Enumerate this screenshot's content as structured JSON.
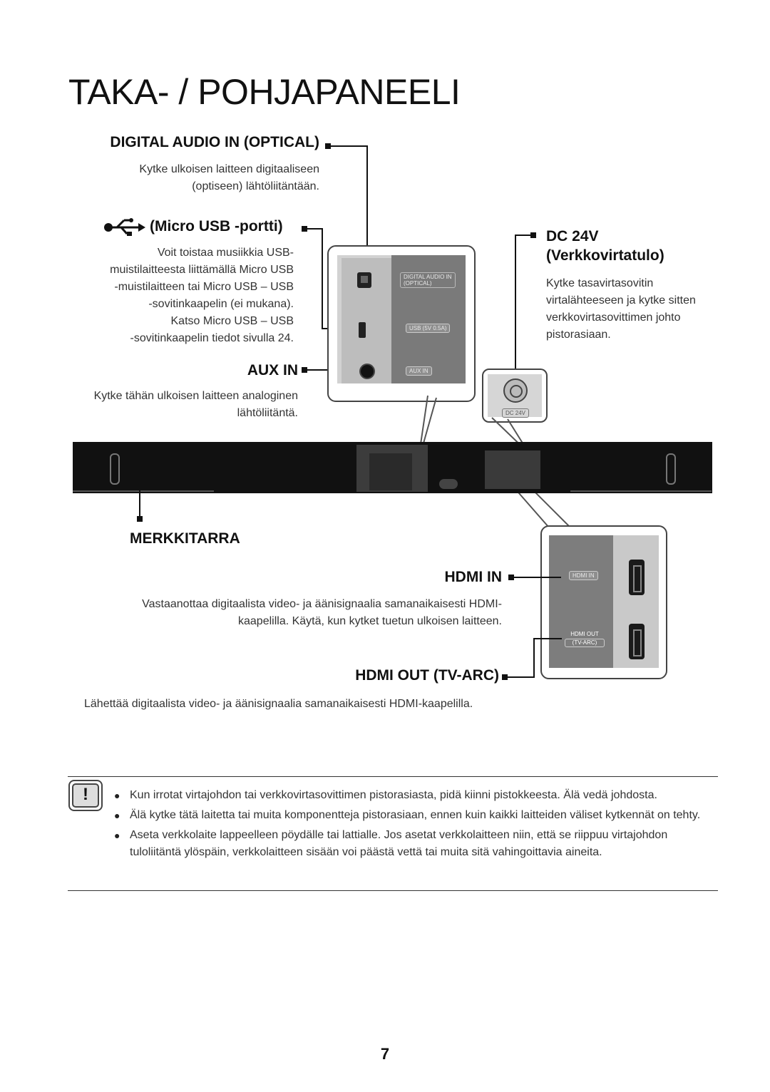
{
  "page": {
    "title": "TAKA- / POHJAPANEELI",
    "page_number": "7"
  },
  "sections": {
    "optical": {
      "label": "DIGITAL AUDIO IN (OPTICAL)",
      "desc_1": "Kytke ulkoisen laitteen digitaaliseen",
      "desc_2": "(optiseen) lähtöliitäntään."
    },
    "usb": {
      "label": "(Micro USB -portti)",
      "icon": "usb-icon",
      "desc": [
        "Voit toistaa musiikkia USB-",
        "muistilaitteesta liittämällä Micro USB",
        "-muistilaitteen tai Micro USB – USB",
        "-sovitinkaapelin (ei mukana).",
        "Katso Micro USB – USB",
        "-sovitinkaapelin tiedot sivulla 24."
      ]
    },
    "aux": {
      "label": "AUX IN",
      "desc_1": "Kytke tähän ulkoisen laitteen analoginen",
      "desc_2": "lähtöliitäntä."
    },
    "dc": {
      "label_1": "DC 24V",
      "label_2": "(Verkkovirtatulo)",
      "desc": [
        "Kytke tasavirtasovitin",
        "virtalähteeseen ja kytke sitten",
        "verkkovirtasovittimen johto",
        "pistorasiaan."
      ]
    },
    "merkkitarra": {
      "label": "MERKKITARRA"
    },
    "hdmi_in": {
      "label": "HDMI IN",
      "desc_1": "Vastaanottaa digitaalista video- ja äänisignaalia samanaikaisesti HDMI-",
      "desc_2": "kaapelilla. Käytä, kun kytket tuetun ulkoisen laitteen."
    },
    "hdmi_out": {
      "label": "HDMI OUT (TV-ARC)",
      "desc": "Lähettää digitaalista video- ja äänisignaalia samanaikaisesti HDMI-kaapelilla."
    }
  },
  "panel_labels": {
    "optical_1": "DIGITAL AUDIO IN",
    "optical_2": "(OPTICAL)",
    "usb": "USB (5V 0.5A)",
    "aux": "AUX IN",
    "dc": "DC 24V",
    "hdmi_in": "HDMI IN",
    "hdmi_out_1": "HDMI OUT",
    "hdmi_out_2": "(TV-ARC)"
  },
  "notes": {
    "icon": "caution-icon",
    "items": [
      "Kun irrotat virtajohdon tai verkkovirtasovittimen pistorasiasta, pidä kiinni pistokkeesta. Älä vedä johdosta.",
      "Älä kytke tätä laitetta tai muita komponentteja pistorasiaan, ennen kuin kaikki laitteiden väliset kytkennät on tehty.",
      "Aseta verkkolaite lappeelleen pöydälle tai lattialle. Jos asetat verkkolaitteen niin, että se riippuu virtajohdon tuloliitäntä ylöspäin, verkkolaitteen sisään voi päästä vettä tai muita sitä vahingoittavia aineita."
    ]
  }
}
